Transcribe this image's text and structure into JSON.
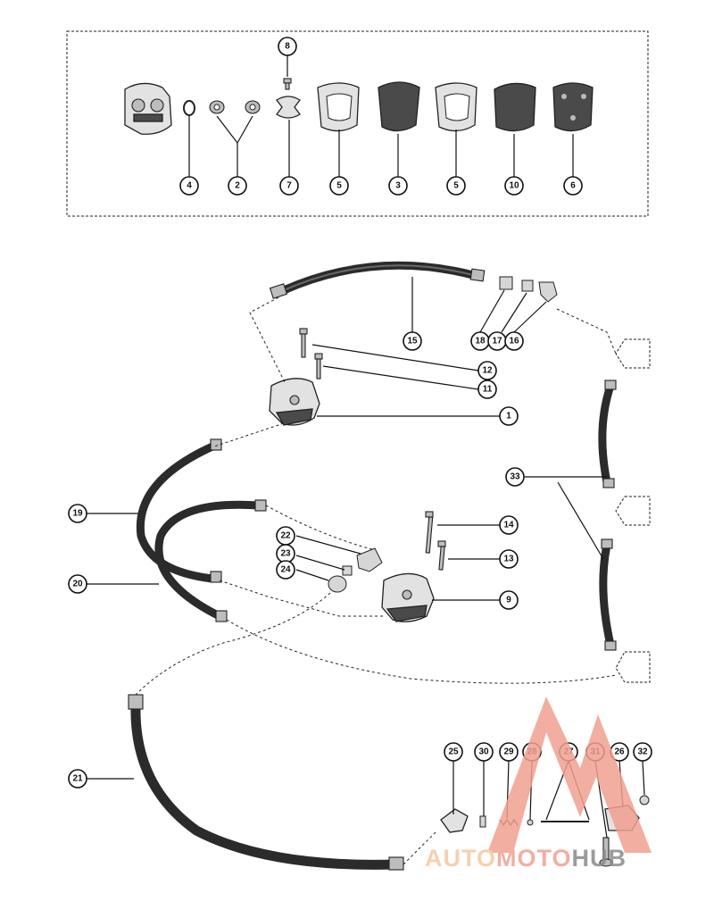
{
  "callouts": [
    {
      "id": "c8",
      "label": "8"
    },
    {
      "id": "c4",
      "label": "4"
    },
    {
      "id": "c2",
      "label": "2"
    },
    {
      "id": "c7",
      "label": "7"
    },
    {
      "id": "c5a",
      "label": "5"
    },
    {
      "id": "c3",
      "label": "3"
    },
    {
      "id": "c5b",
      "label": "5"
    },
    {
      "id": "c10",
      "label": "10"
    },
    {
      "id": "c6",
      "label": "6"
    },
    {
      "id": "c15",
      "label": "15"
    },
    {
      "id": "c18",
      "label": "18"
    },
    {
      "id": "c17",
      "label": "17"
    },
    {
      "id": "c16",
      "label": "16"
    },
    {
      "id": "c12",
      "label": "12"
    },
    {
      "id": "c11",
      "label": "11"
    },
    {
      "id": "c1",
      "label": "1"
    },
    {
      "id": "c33",
      "label": "33"
    },
    {
      "id": "c19",
      "label": "19"
    },
    {
      "id": "c14",
      "label": "14"
    },
    {
      "id": "c22",
      "label": "22"
    },
    {
      "id": "c23",
      "label": "23"
    },
    {
      "id": "c13",
      "label": "13"
    },
    {
      "id": "c24",
      "label": "24"
    },
    {
      "id": "c20",
      "label": "20"
    },
    {
      "id": "c9",
      "label": "9"
    },
    {
      "id": "c21",
      "label": "21"
    },
    {
      "id": "c25",
      "label": "25"
    },
    {
      "id": "c30",
      "label": "30"
    },
    {
      "id": "c29",
      "label": "29"
    },
    {
      "id": "c28",
      "label": "28"
    },
    {
      "id": "c27",
      "label": "27"
    },
    {
      "id": "c31",
      "label": "31"
    },
    {
      "id": "c26",
      "label": "26"
    },
    {
      "id": "c32",
      "label": "32"
    }
  ],
  "watermark": {
    "part1": "AUTO",
    "part2": "MOTO",
    "part3": "HUB",
    "color_main": "#f0a090",
    "color_accent": "#f3c9a0",
    "color_hub": "#8a8a8a"
  }
}
